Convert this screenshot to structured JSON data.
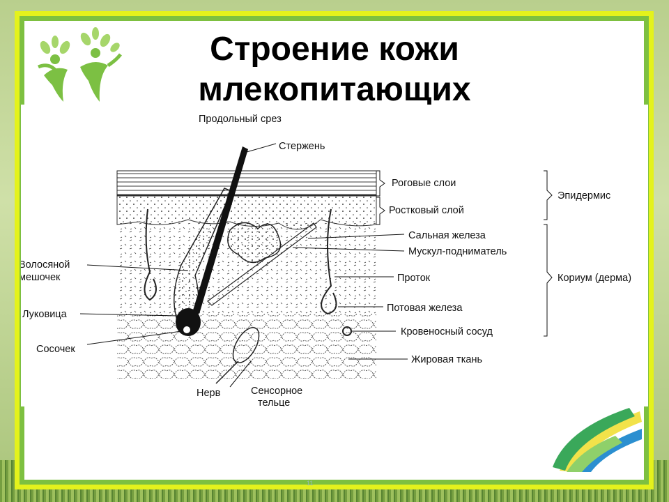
{
  "slide": {
    "title": "Строение кожи млекопитающих",
    "footer": "11"
  },
  "diagram": {
    "caption": "Продольный срез",
    "labels": {
      "shaft": "Стержень",
      "horny": "Роговые слои",
      "germinal": "Ростковый слой",
      "epidermis": "Эпидермис",
      "sebaceous": "Сальная железа",
      "muscle": "Мускул-подниматель",
      "duct": "Проток",
      "dermis": "Кориум (дерма)",
      "sweat": "Потовая железа",
      "vessel": "Кровеносный сосуд",
      "fat": "Жировая ткань",
      "follicle_1": "Волосяной",
      "follicle_2": "мешочек",
      "bulb": "Луковица",
      "papilla": "Сосочек",
      "nerve": "Нерв",
      "sensory_1": "Сенсорное",
      "sensory_2": "тельце"
    }
  }
}
